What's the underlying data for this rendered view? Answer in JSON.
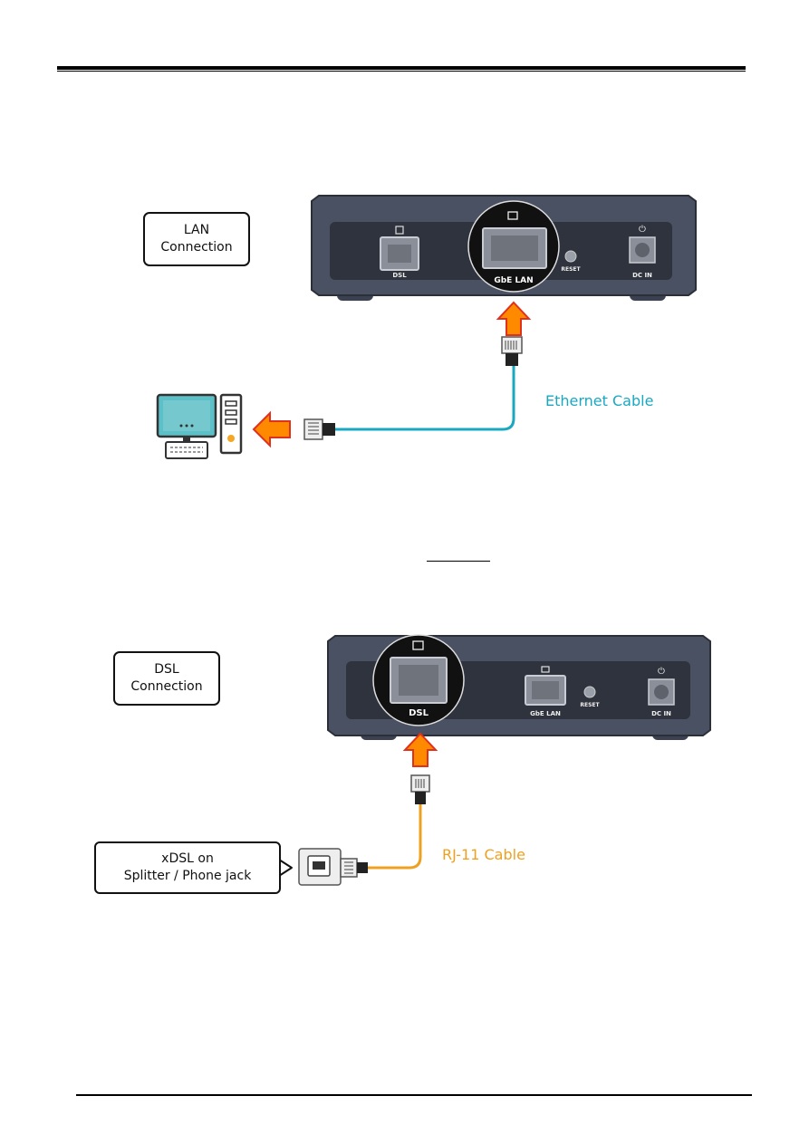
{
  "diagram1": {
    "callout_line1": "LAN",
    "callout_line2": "Connection",
    "port_dsl": "DSL",
    "port_lan": "GbE LAN",
    "port_reset": "RESET",
    "port_dcin": "DC IN",
    "cable_label": "Ethernet Cable",
    "cable_color": "#1aa8c0"
  },
  "diagram2": {
    "callout_line1": "DSL",
    "callout_line2": "Connection",
    "port_dsl": "DSL",
    "port_lan": "GbE LAN",
    "port_reset": "RESET",
    "port_dcin": "DC IN",
    "cable_label": "RJ-11  Cable",
    "cable_color": "#f0a020",
    "source_line1": "xDSL on",
    "source_line2": "Splitter / Phone jack"
  },
  "colors": {
    "arrow_fill": "#ff8a00",
    "arrow_stroke": "#e0301e",
    "router_body": "#4a5163",
    "router_panel": "#2f333d"
  },
  "icons": [
    "computer-icon",
    "rj45-plug-icon",
    "rj11-plug-icon",
    "phone-jack-icon",
    "power-icon",
    "lan-icon",
    "phone-icon"
  ]
}
